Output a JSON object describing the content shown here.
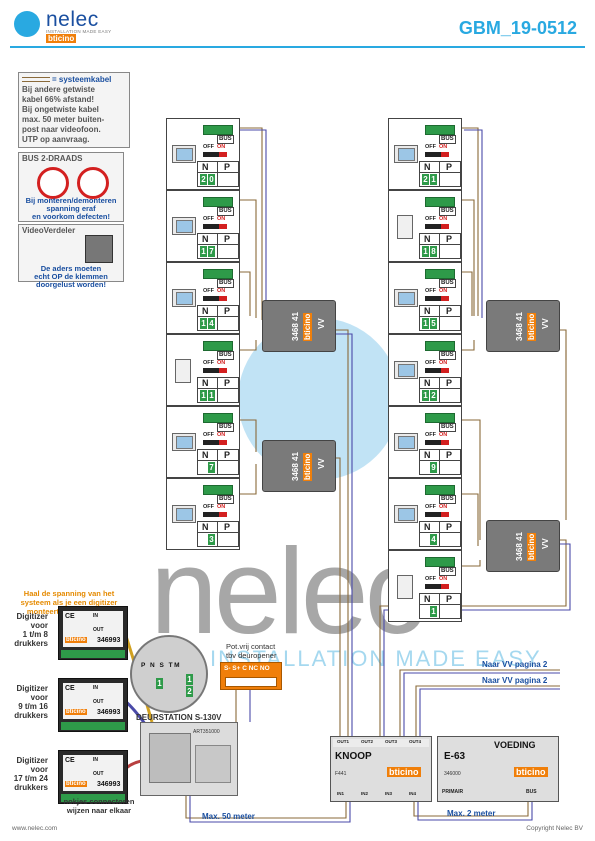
{
  "header": {
    "logo_text": "nelec",
    "logo_tagline": "INSTALLATION MADE EASY",
    "logo_brand": "bticino",
    "doc_code": "GBM_19-0512"
  },
  "notes": {
    "legend_label": "= systeemkabel",
    "cable_text_1": "Bij andere getwiste",
    "cable_text_2": "kabel 66% afstand!",
    "cable_text_3": "Bij ongetwiste kabel",
    "cable_text_4": "max. 50 meter buiten-",
    "cable_text_5": "post naar videofoon.",
    "cable_text_6": "UTP op aanvraag.",
    "bus_title": "BUS 2-DRAADS",
    "bus_warn_1": "Bij monteren/demonteren",
    "bus_warn_2": "spanning eraf",
    "bus_warn_3": "en voorkom defecten!",
    "vv_title": "VideoVerdeler",
    "vv_warn_1": "De aders moeten",
    "vv_warn_2": "echt OP de klemmen",
    "vv_warn_3": "doorgelust worden!"
  },
  "apartment_labels": {
    "bus": "BUS",
    "off": "OFF",
    "on": "ON",
    "n": "N",
    "p": "P"
  },
  "left_column": [
    {
      "d1": "2",
      "d2": "0",
      "device": "monitor"
    },
    {
      "d1": "1",
      "d2": "7",
      "device": "monitor"
    },
    {
      "d1": "1",
      "d2": "4",
      "device": "monitor"
    },
    {
      "d1": "1",
      "d2": "1",
      "device": "bell"
    },
    {
      "d1": "",
      "d2": "7",
      "device": "monitor"
    },
    {
      "d1": "",
      "d2": "3",
      "device": "monitor"
    }
  ],
  "right_column": [
    {
      "d1": "2",
      "d2": "1",
      "device": "monitor"
    },
    {
      "d1": "1",
      "d2": "8",
      "device": "bell"
    },
    {
      "d1": "1",
      "d2": "5",
      "device": "monitor"
    },
    {
      "d1": "1",
      "d2": "2",
      "device": "monitor"
    },
    {
      "d1": "",
      "d2": "9",
      "device": "monitor"
    },
    {
      "d1": "",
      "d2": "4",
      "device": "monitor"
    },
    {
      "d1": "",
      "d2": "1",
      "device": "bell"
    }
  ],
  "distributors": {
    "code": "3468 41",
    "vv": "VV",
    "brand": "bticino"
  },
  "watermark": {
    "word": "nelec",
    "tagline": "INSTALLATION MADE EASY"
  },
  "digitizer": {
    "warning_1": "Haal de spanning van het",
    "warning_2": "systeem als je een digitizer",
    "warning_3": "monteert of demonteert",
    "units": [
      {
        "l1": "Digitizer",
        "l2": "voor",
        "l3": "1 t/m 8",
        "l4": "drukkers",
        "code": "346993"
      },
      {
        "l1": "Digitizer",
        "l2": "voor",
        "l3": "9 t/m 16",
        "l4": "drukkers",
        "code": "346993"
      },
      {
        "l1": "Digitizer",
        "l2": "voor",
        "l3": "17 t/m 24",
        "l4": "drukkers",
        "code": "346993"
      }
    ],
    "ce": "CE",
    "in": "IN",
    "out": "OUT",
    "brand": "bticino",
    "nokjes_1": "nokjes connectoren",
    "nokjes_2": "wijzen naar elkaar"
  },
  "zoom": {
    "terminals": "P N S TM",
    "digit_1": "1",
    "digit_2": "1",
    "digit_3": "2"
  },
  "deurstation": {
    "label": "DEURSTATION S-130V",
    "code": "ART351000"
  },
  "pot_contact": {
    "line1": "Pot.vrij contact",
    "line2": "tbv deuropener",
    "terminals": "S- S+ C NC NO"
  },
  "knoop": {
    "title": "KNOOP",
    "code": "F441",
    "brand": "bticino",
    "outs": [
      "OUT1",
      "OUT2",
      "OUT3",
      "OUT4"
    ],
    "ins": [
      "IN1",
      "IN2",
      "IN3",
      "IN4"
    ]
  },
  "voeding": {
    "model": "E-63",
    "title": "VOEDING",
    "code": "346000",
    "brand": "bticino",
    "prim": "PRIMAIR",
    "bus": "BUS"
  },
  "naar_vv_1": "Naar VV pagina 2",
  "naar_vv_2": "Naar VV pagina 2",
  "max50": "Max. 50 meter",
  "max2": "Max. 2 meter",
  "footer": {
    "left": "www.nelec.com",
    "right": "Copyright Nelec BV"
  },
  "colors": {
    "accent": "#29a9e1",
    "brand_orange": "#f07f0a",
    "terminal_green": "#2e9a49",
    "wire_brown": "#8a6a3a",
    "wire_blue": "#4a4aa8",
    "text_blue": "#1a4fa0"
  }
}
